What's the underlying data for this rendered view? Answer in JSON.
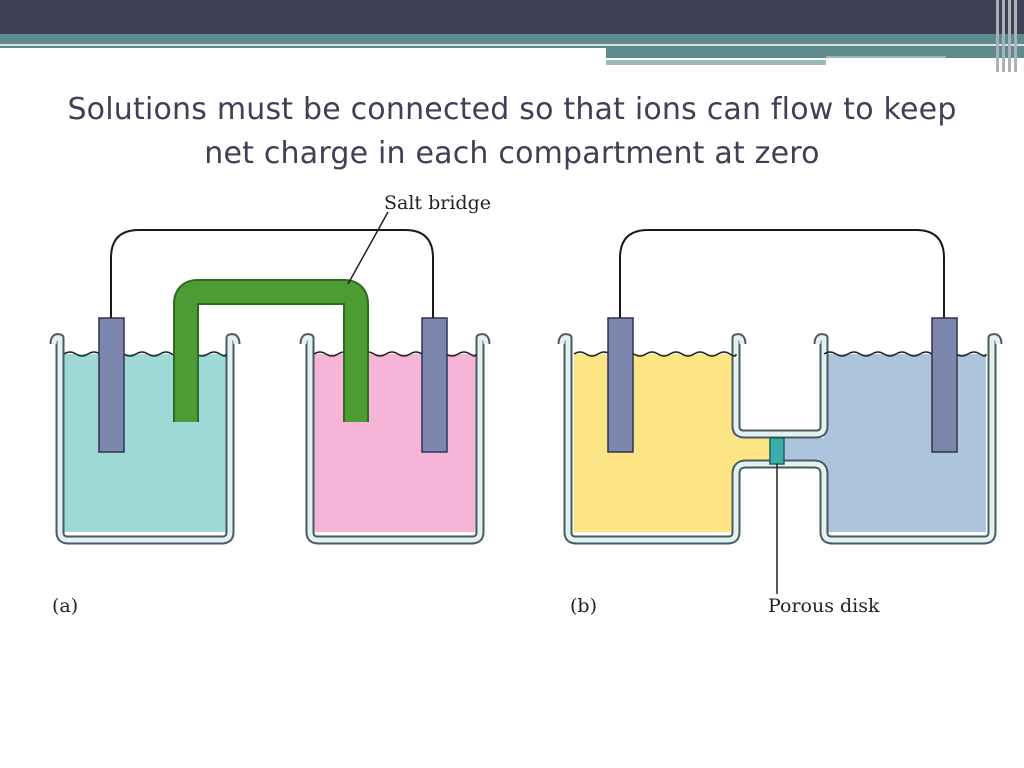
{
  "slide": {
    "title_line_1": "Solutions must be connected so that ions can flow to keep",
    "title_line_2": "net charge in each compartment at zero"
  },
  "diagram_a": {
    "panel_label": "(a)",
    "bridge_label": "Salt bridge"
  },
  "diagram_b": {
    "panel_label": "(b)",
    "disk_label": "Porous disk"
  },
  "colors": {
    "title_text": "#3f4056",
    "header_dark": "#3f4056",
    "header_teal": "#5e8c8e",
    "solution_teal": "#9dd9d6",
    "solution_pink": "#f6b5d8",
    "solution_yellow": "#fde586",
    "solution_blue": "#adc4dd",
    "salt_bridge_green": "#4c9c33",
    "electrode": "#7d87ad",
    "porous_disk": "#3aaeaa",
    "glass": "#e2f1f2"
  }
}
